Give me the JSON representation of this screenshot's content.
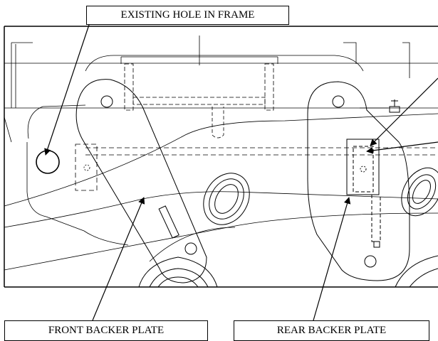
{
  "labels": {
    "existing_hole": "EXISTING HOLE IN FRAME",
    "front_plate": "FRONT BACKER PLATE",
    "rear_plate": "REAR BACKER PLATE"
  }
}
